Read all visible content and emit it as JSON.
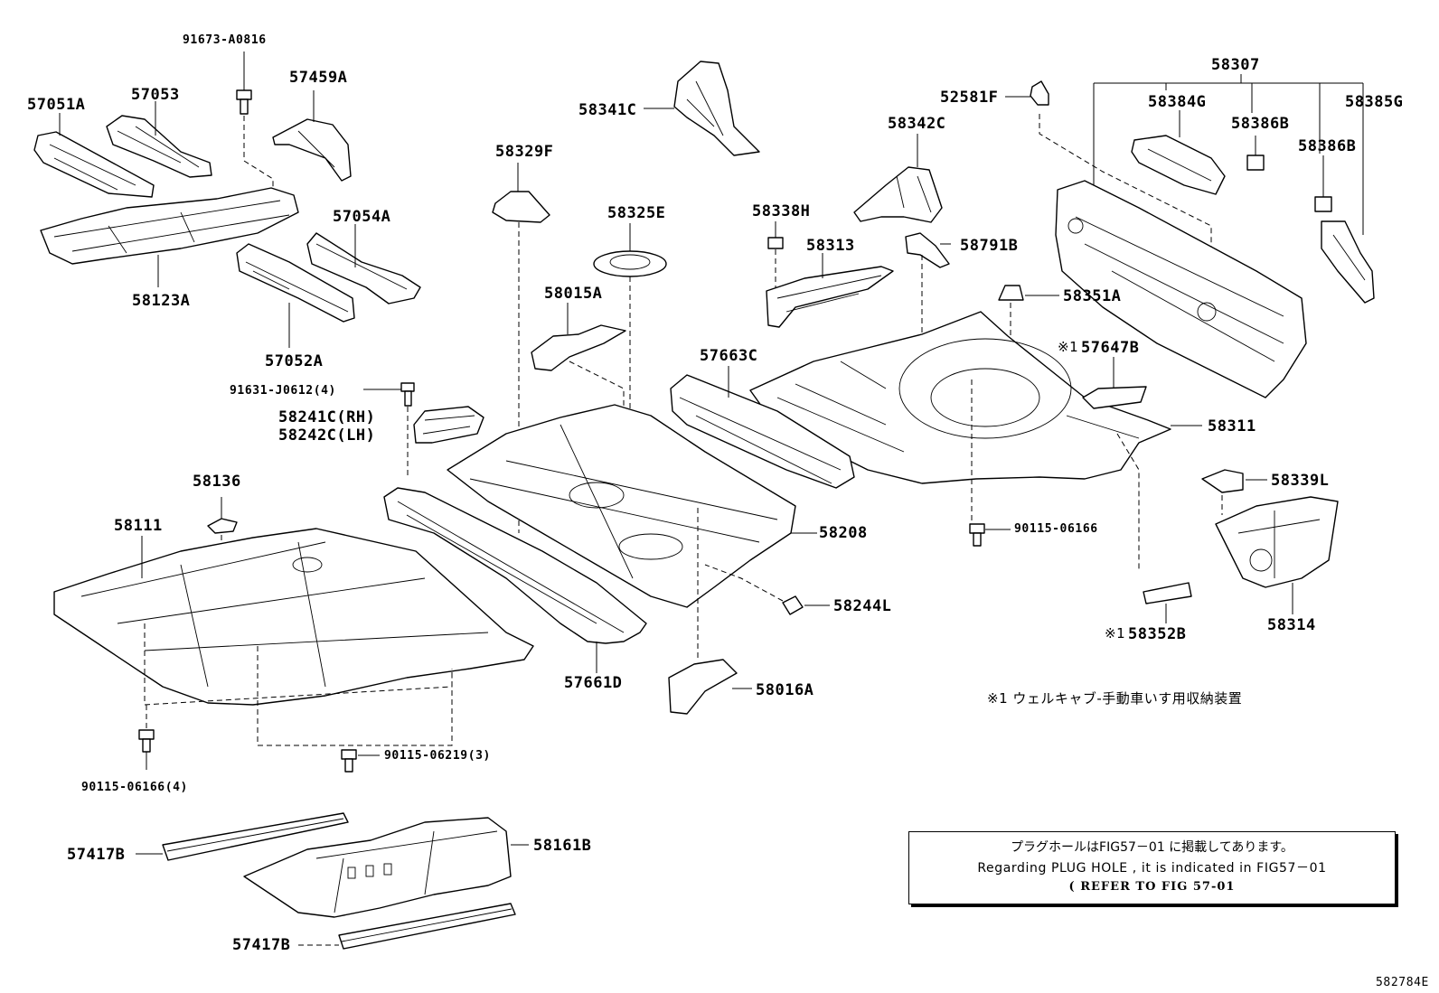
{
  "labels": {
    "p91673": "91673-A0816",
    "p57459": "57459A",
    "p57051": "57051A",
    "p57053": "57053",
    "p58341": "58341C",
    "p58307": "58307",
    "p52581": "52581F",
    "p58384": "58384G",
    "p58385": "58385G",
    "p58342": "58342C",
    "p58386a": "58386B",
    "p58386b": "58386B",
    "p58329": "58329F",
    "p58325": "58325E",
    "p58338": "58338H",
    "p57054": "57054A",
    "p58313": "58313",
    "p58791": "58791B",
    "p58123": "58123A",
    "p58015": "58015A",
    "p58351": "58351A",
    "p57052": "57052A",
    "p57663": "57663C",
    "p57647": "57647B",
    "p91631": "91631-J0612(4)",
    "p58241": "58241C(RH)",
    "p58242": "58242C(LH)",
    "p58311": "58311",
    "p58136": "58136",
    "p58339": "58339L",
    "p58111": "58111",
    "p58208": "58208",
    "p90115a": "90115-06166",
    "p58244": "58244L",
    "p58314": "58314",
    "p58352": "58352B",
    "p57661": "57661D",
    "p58016": "58016A",
    "p90115b": "90115-06166(4)",
    "p90115c": "90115-06219(3)",
    "p57417a": "57417B",
    "p58161": "58161B",
    "p57417b": "57417B",
    "mark1": "※1",
    "mark2": "※1",
    "footnote": "※1  ウェルキャブ-手動車いす用収納装置",
    "code": "582784E"
  },
  "note": {
    "line1": "プラグホールはFIG57－01 に掲載してあります。",
    "line2": "Regarding PLUG HOLE , it is indicated in FIG57－01",
    "line3": "( REFER TO FIG 57-01"
  }
}
